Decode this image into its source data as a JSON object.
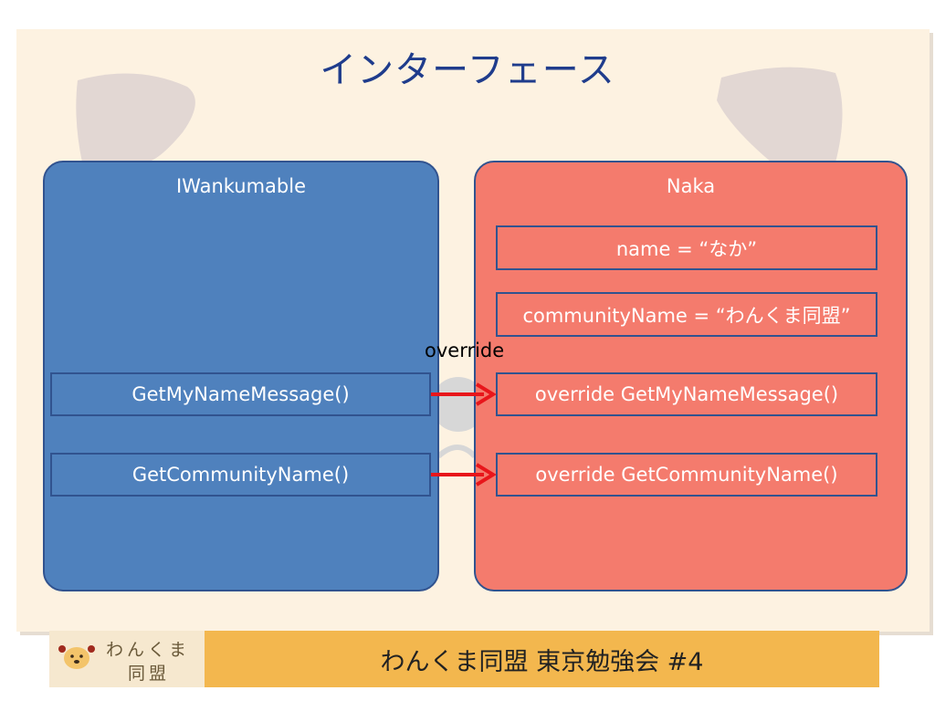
{
  "slide": {
    "title": "インターフェース"
  },
  "interface_box": {
    "title": "IWankumable",
    "methods": [
      {
        "label": "GetMyNameMessage()"
      },
      {
        "label": "GetCommunityName()"
      }
    ]
  },
  "class_box": {
    "title": "Naka",
    "fields": [
      {
        "label": "name = “なか”"
      },
      {
        "label": "communityName = “わんくま同盟”"
      }
    ],
    "methods": [
      {
        "label": "override GetMyNameMessage()"
      },
      {
        "label": "override GetCommunityName()"
      }
    ]
  },
  "connector": {
    "label": "override",
    "color": "#e8161b"
  },
  "footer": {
    "logo_line1": "わんくま",
    "logo_line2": "同盟",
    "title": "わんくま同盟 東京勉強会 #4"
  },
  "colors": {
    "title": "#1f3c8c",
    "interface_fill": "#4f81bd",
    "class_fill": "#f47b6d",
    "border": "#31538f",
    "footer": "#f3b74e"
  }
}
